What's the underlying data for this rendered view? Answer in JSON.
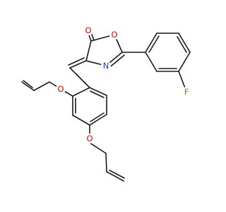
{
  "atoms": [
    {
      "id": "O_carbonyl",
      "symbol": "O",
      "color": "#e00000"
    },
    {
      "id": "O_ring",
      "symbol": "O",
      "color": "#e00000"
    },
    {
      "id": "N_ring",
      "symbol": "N",
      "color": "#1f3fd0"
    },
    {
      "id": "F",
      "symbol": "F",
      "color": "#4aa020"
    },
    {
      "id": "O_ether1",
      "symbol": "O",
      "color": "#e00000"
    },
    {
      "id": "O_ether2",
      "symbol": "O",
      "color": "#e00000"
    }
  ]
}
